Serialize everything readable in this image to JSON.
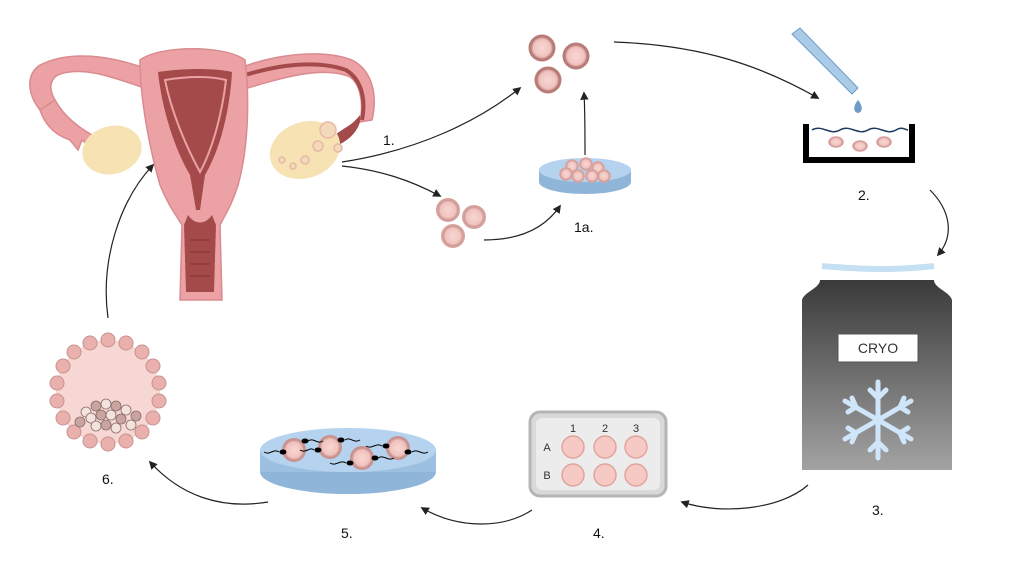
{
  "steps": {
    "s1": "1.",
    "s1a": "1a.",
    "s2": "2.",
    "s3": "3.",
    "s4": "4.",
    "s5": "5.",
    "s6": "6."
  },
  "cryo": {
    "label": "CRYO"
  },
  "plate": {
    "columns": [
      "1",
      "2",
      "3"
    ],
    "rows": [
      "A",
      "B"
    ]
  },
  "colors": {
    "uterus": "#eca2a5",
    "uterus_inner": "#a54a4a",
    "ovary": "#f6e2b3",
    "oocyte": "#eab0ae",
    "dish": "#a9cbe8",
    "cryo_top": "#3c3c3c",
    "cryo_bottom": "#9a9a9a",
    "snowflake": "#cfe6fa"
  }
}
